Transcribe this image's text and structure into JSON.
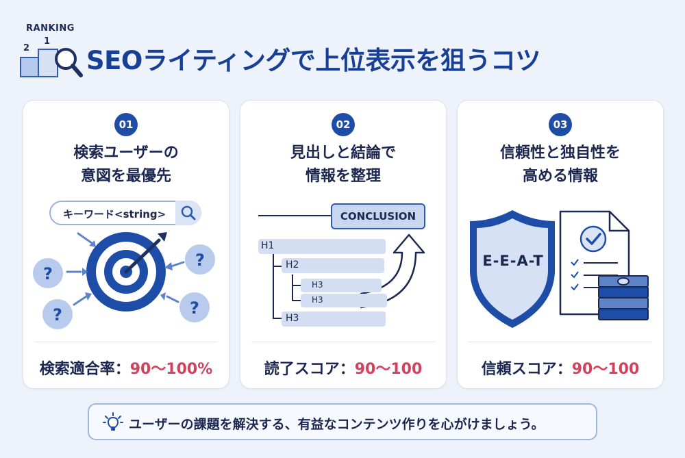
{
  "header": {
    "ranking_label": "RANKING",
    "rank_2": "2",
    "rank_1": "1",
    "title": "SEOライティングで上位表示を狙うコツ"
  },
  "cards": [
    {
      "number": "01",
      "heading_line1": "検索ユーザーの",
      "heading_line2": "意図を最優先",
      "illustration": {
        "search_text": "キーワード<string>",
        "question_mark": "?",
        "icons": [
          "search-icon",
          "target-icon",
          "arrow-icon",
          "question-icon"
        ]
      },
      "score_label": "検索適合率：",
      "score_value": "90〜100%"
    },
    {
      "number": "02",
      "heading_line1": "見出しと結論で",
      "heading_line2": "情報を整理",
      "illustration": {
        "conclusion": "CONCLUSION",
        "h1": "H1",
        "h2": "H2",
        "h3a": "H3",
        "h3b": "H3",
        "h3c": "H3",
        "icons": [
          "curved-arrow-icon"
        ]
      },
      "score_label": "読了スコア：",
      "score_value": "90〜100"
    },
    {
      "number": "03",
      "heading_line1": "信頼性と独自性を",
      "heading_line2": "高める情報",
      "illustration": {
        "shield_text": "E-E-A-T",
        "icons": [
          "shield-icon",
          "document-check-icon",
          "money-stack-icon"
        ]
      },
      "score_label": "信頼スコア：",
      "score_value": "90〜100"
    }
  ],
  "tip": {
    "icon": "lightbulb-icon",
    "text": "ユーザーの課題を解決する、有益なコンテンツ作りを心がけましょう。"
  },
  "colors": {
    "accent": "#1d4da6",
    "title": "#173f96",
    "score": "#d2425c",
    "background": "#eef2fa"
  }
}
